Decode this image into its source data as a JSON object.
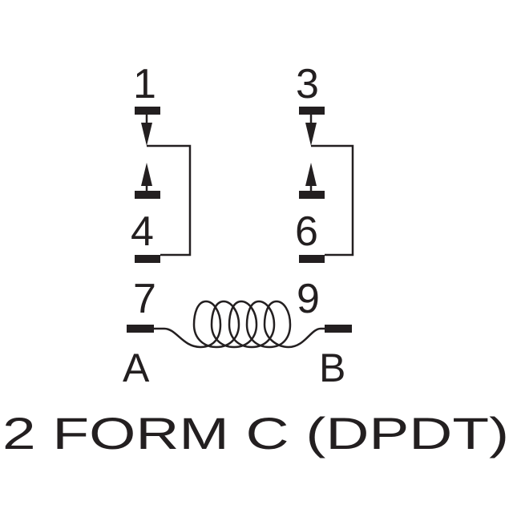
{
  "diagram": {
    "pins": {
      "p1": "1",
      "p3": "3",
      "p4": "4",
      "p6": "6",
      "p7": "7",
      "p9": "9"
    },
    "coil_terminals": {
      "a": "A",
      "b": "B"
    },
    "caption": "2 FORM C (DPDT)",
    "colors": {
      "ink": "#231f20",
      "background": "#ffffff"
    }
  }
}
